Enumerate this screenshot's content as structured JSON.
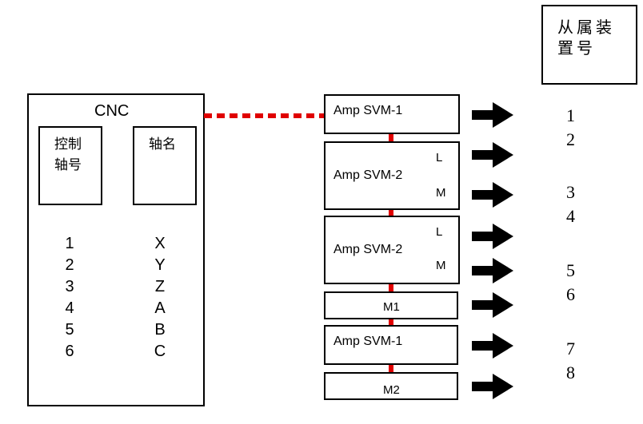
{
  "slave_header": {
    "line1": "从属装",
    "line2": "置号"
  },
  "cnc": {
    "title": "CNC",
    "axis_no_header": {
      "line1": "控制",
      "line2": "轴号"
    },
    "axis_name_header": "轴名",
    "axes": [
      {
        "no": "1",
        "name": "X"
      },
      {
        "no": "2",
        "name": "Y"
      },
      {
        "no": "3",
        "name": "Z"
      },
      {
        "no": "4",
        "name": "A"
      },
      {
        "no": "5",
        "name": "B"
      },
      {
        "no": "6",
        "name": "C"
      }
    ]
  },
  "amplifiers": [
    {
      "label": "Amp  SVM-1"
    },
    {
      "label": "Amp  SVM-2",
      "l": "L",
      "m": "M"
    },
    {
      "label": "Amp  SVM-2",
      "l": "L",
      "m": "M"
    },
    {
      "label": "M1"
    },
    {
      "label": "Amp  SVM-1"
    },
    {
      "label": "M2"
    }
  ],
  "slave_numbers": [
    "1",
    "2",
    "3",
    "4",
    "5",
    "6",
    "7",
    "8"
  ],
  "colors": {
    "link": "#e00000",
    "outline": "#000000"
  }
}
